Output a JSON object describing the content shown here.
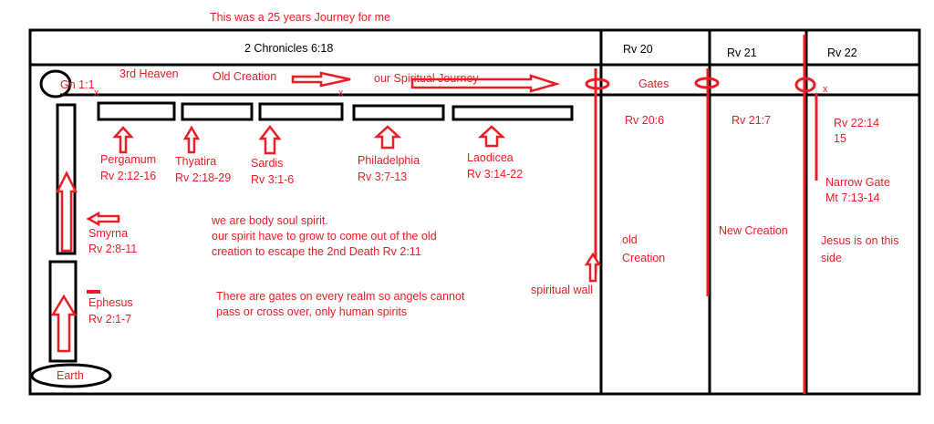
{
  "title": "This was a 25 years Journey for me",
  "header": {
    "main": "2 Chronicles 6:18",
    "columns": [
      "Rv 20",
      "Rv 21",
      "Rv 22"
    ]
  },
  "row2": {
    "gn": "Gn 1:1",
    "third_heaven": "3rd Heaven",
    "old_creation": "Old Creation",
    "journey": "our Spiritual Journey",
    "gates": "Gates",
    "x_mark": "x"
  },
  "churches": [
    {
      "name": "Pergamum",
      "ref": "Rv 2:12-16"
    },
    {
      "name": "Thyatira",
      "ref": "Rv 2:18-29"
    },
    {
      "name": "Sardis",
      "ref": "Rv 3:1-6"
    },
    {
      "name": "Philadelphia",
      "ref": "Rv 3:7-13"
    },
    {
      "name": "Laodicea",
      "ref": "Rv 3:14-22"
    },
    {
      "name": "Smyrna",
      "ref": "Rv 2:8-11"
    },
    {
      "name": "Ephesus",
      "ref": "Rv 2:1-7"
    }
  ],
  "earth": "Earth",
  "notes": {
    "body_soul": [
      "we are body soul spirit.",
      "our spirit have to grow to come out of the old",
      "creation to escape the 2nd Death Rv 2:11"
    ],
    "gates_realm": [
      "There are gates on every realm so angels cannot",
      "pass or cross over, only human spirits"
    ],
    "spiritual_wall": "spiritual wall"
  },
  "columns": {
    "rv20": {
      "ref": "Rv 20:6",
      "label": [
        "old",
        "Creation"
      ]
    },
    "rv21": {
      "ref": "Rv 21:7",
      "label": "New Creation"
    },
    "rv22": {
      "ref": [
        "Rv 22:14",
        "15"
      ],
      "narrow": [
        "Narrow Gate",
        "Mt 7:13-14"
      ],
      "label": [
        "Jesus is on this",
        "side"
      ]
    }
  }
}
